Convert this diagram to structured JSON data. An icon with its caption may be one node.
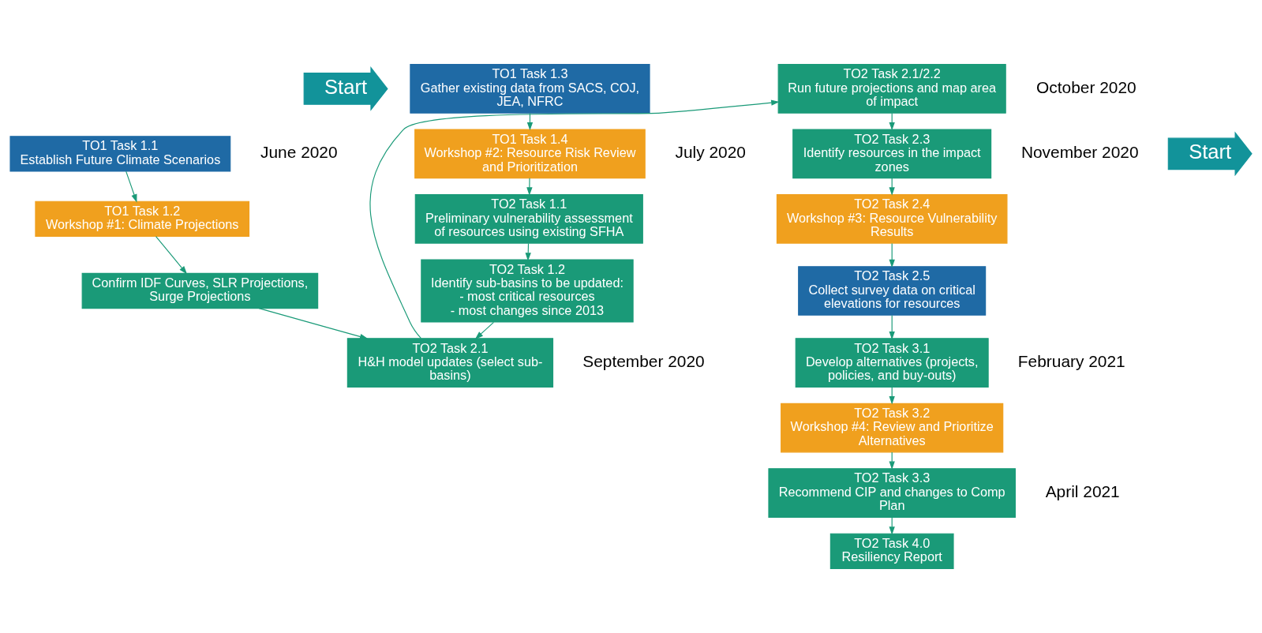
{
  "diagram": {
    "nodes": [
      {
        "text": [
          "Start"
        ]
      },
      {
        "text": [
          "TO1 Task 1.3",
          "Gather existing data from SACS, COJ, JEA, NFRC"
        ]
      },
      {
        "text": [
          "TO1 Task 1.4",
          "Workshop #2: Resource Risk Review and Prioritization"
        ]
      },
      {
        "text": [
          "TO2 Task 1.1",
          "Preliminary vulnerability assessment of resources using existing SFHA"
        ]
      },
      {
        "text": [
          "TO2 Task 1.2",
          "Identify sub-basins to be updated:",
          "- most critical resources",
          "- most changes since 2013"
        ]
      },
      {
        "text": [
          "TO2 Task 2.1",
          "H&H model updates (select sub-basins)"
        ]
      },
      {
        "text": [
          "Confirm IDF Curves, SLR Projections, Surge Projections"
        ]
      },
      {
        "text": [
          "TO1 Task 1.2",
          "Workshop #1: Climate Projections"
        ]
      },
      {
        "text": [
          "Start"
        ]
      },
      {
        "text": [
          "TO1 Task 1.1",
          "Establish Future Climate Scenarios"
        ]
      },
      {
        "text": [
          "TO2 Task 2.1/2.2",
          "Run future projections and map area of impact"
        ]
      },
      {
        "text": [
          "TO2 Task 2.3",
          "Identify resources in the impact zones"
        ]
      },
      {
        "text": [
          "TO2 Task 2.4",
          "Workshop #3: Resource Vulnerability Results"
        ]
      },
      {
        "text": [
          "TO2 Task 2.5",
          "Collect survey data on critical elevations for resources"
        ]
      },
      {
        "text": [
          "TO2 Task 3.1",
          "Develop alternatives (projects, policies, and buy-outs)"
        ]
      },
      {
        "text": [
          "TO2 Task 3.2",
          "Workshop #4: Review and Prioritize Alternatives"
        ]
      },
      {
        "text": [
          "TO2 Task 3.3",
          "Recommend CIP and changes to Comp Plan"
        ]
      },
      {
        "text": [
          "TO2 Task 4.0",
          "Resiliency Report"
        ]
      }
    ],
    "edges": [
      {
        "from": 1,
        "to": 2,
        "arrow": "to"
      },
      {
        "from": 2,
        "to": 3,
        "arrow": "to"
      },
      {
        "from": 3,
        "to": 4,
        "arrow": "to"
      },
      {
        "from": 4,
        "to": 5,
        "arrow": "to"
      },
      {
        "from": 9,
        "to": 7,
        "arrow": "to"
      },
      {
        "from": 7,
        "to": 6,
        "arrow": "to"
      },
      {
        "from": 6,
        "to": 5,
        "arrow": "to"
      },
      {
        "from": 5,
        "to": 10,
        "arrow": "to"
      },
      {
        "from": 10,
        "to": 11,
        "arrow": "to"
      },
      {
        "from": 11,
        "to": 12,
        "arrow": "to"
      },
      {
        "from": 12,
        "to": 13,
        "arrow": "to"
      },
      {
        "from": 13,
        "to": 14,
        "arrow": "to"
      },
      {
        "from": 14,
        "to": 15,
        "arrow": "to"
      },
      {
        "from": 15,
        "to": 16,
        "arrow": "to"
      },
      {
        "from": 16,
        "to": 17,
        "arrow": "to"
      }
    ],
    "labels": [
      "July 2020",
      "October 2020",
      "November 2020",
      "September 2020",
      "February 2021",
      "April 2021",
      "June 2020"
    ]
  }
}
